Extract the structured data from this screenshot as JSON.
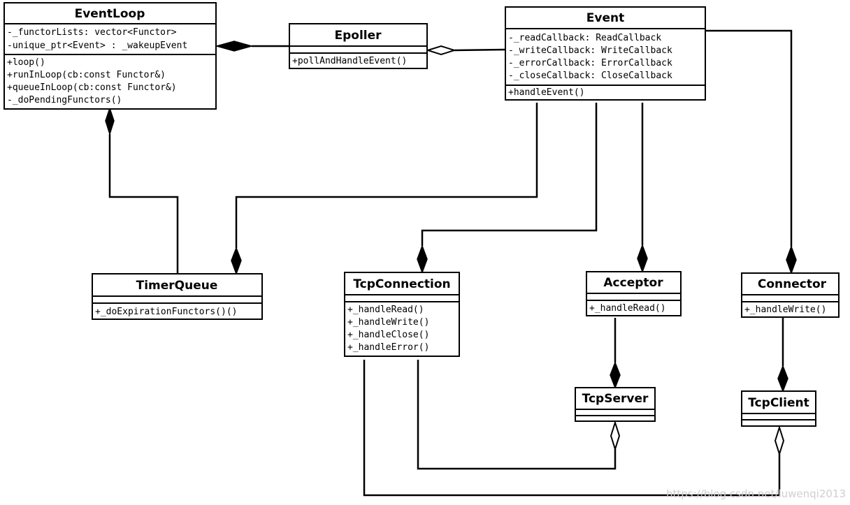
{
  "classes": {
    "eventloop": {
      "name": "EventLoop",
      "attributes": [
        "-_functorLists: vector<Functor>",
        "-unique_ptr<Event> : _wakeupEvent"
      ],
      "operations": [
        "+loop()",
        "+runInLoop(cb:const Functor&)",
        "+queueInLoop(cb:const Functor&)",
        "-_doPendingFunctors()"
      ]
    },
    "epoller": {
      "name": "Epoller",
      "attributes": [],
      "operations": [
        "+pollAndHandleEvent()"
      ]
    },
    "event": {
      "name": "Event",
      "attributes": [
        "-_readCallback: ReadCallback",
        "-_writeCallback: WriteCallback",
        "-_errorCallback: ErrorCallback",
        "-_closeCallback: CloseCallback"
      ],
      "operations": [
        "+handleEvent()"
      ]
    },
    "timerqueue": {
      "name": "TimerQueue",
      "attributes": [],
      "operations": [
        "+_doExpirationFunctors()()"
      ]
    },
    "tcpconnection": {
      "name": "TcpConnection",
      "attributes": [],
      "operations": [
        "+_handleRead()",
        "+_handleWrite()",
        "+_handleClose()",
        "+_handleError()"
      ]
    },
    "acceptor": {
      "name": "Acceptor",
      "attributes": [],
      "operations": [
        "+_handleRead()"
      ]
    },
    "connector": {
      "name": "Connector",
      "attributes": [],
      "operations": [
        "+_handleWrite()"
      ]
    },
    "tcpserver": {
      "name": "TcpServer",
      "attributes": [],
      "operations": []
    },
    "tcpclient": {
      "name": "TcpClient",
      "attributes": [],
      "operations": []
    }
  },
  "relations": [
    {
      "from": "epoller",
      "to": "eventloop",
      "kind": "composition"
    },
    {
      "from": "event",
      "to": "epoller",
      "kind": "aggregation"
    },
    {
      "from": "timerqueue",
      "to": "eventloop",
      "kind": "composition"
    },
    {
      "from": "event",
      "to": "timerqueue",
      "kind": "composition"
    },
    {
      "from": "event",
      "to": "tcpconnection",
      "kind": "composition"
    },
    {
      "from": "event",
      "to": "acceptor",
      "kind": "composition"
    },
    {
      "from": "event",
      "to": "connector",
      "kind": "composition"
    },
    {
      "from": "acceptor",
      "to": "tcpserver",
      "kind": "composition"
    },
    {
      "from": "connector",
      "to": "tcpclient",
      "kind": "composition"
    },
    {
      "from": "tcpconnection",
      "to": "tcpserver",
      "kind": "aggregation"
    },
    {
      "from": "tcpconnection",
      "to": "tcpclient",
      "kind": "aggregation"
    }
  ],
  "watermark": "https://blog.csdn.net/luwenqi2013"
}
